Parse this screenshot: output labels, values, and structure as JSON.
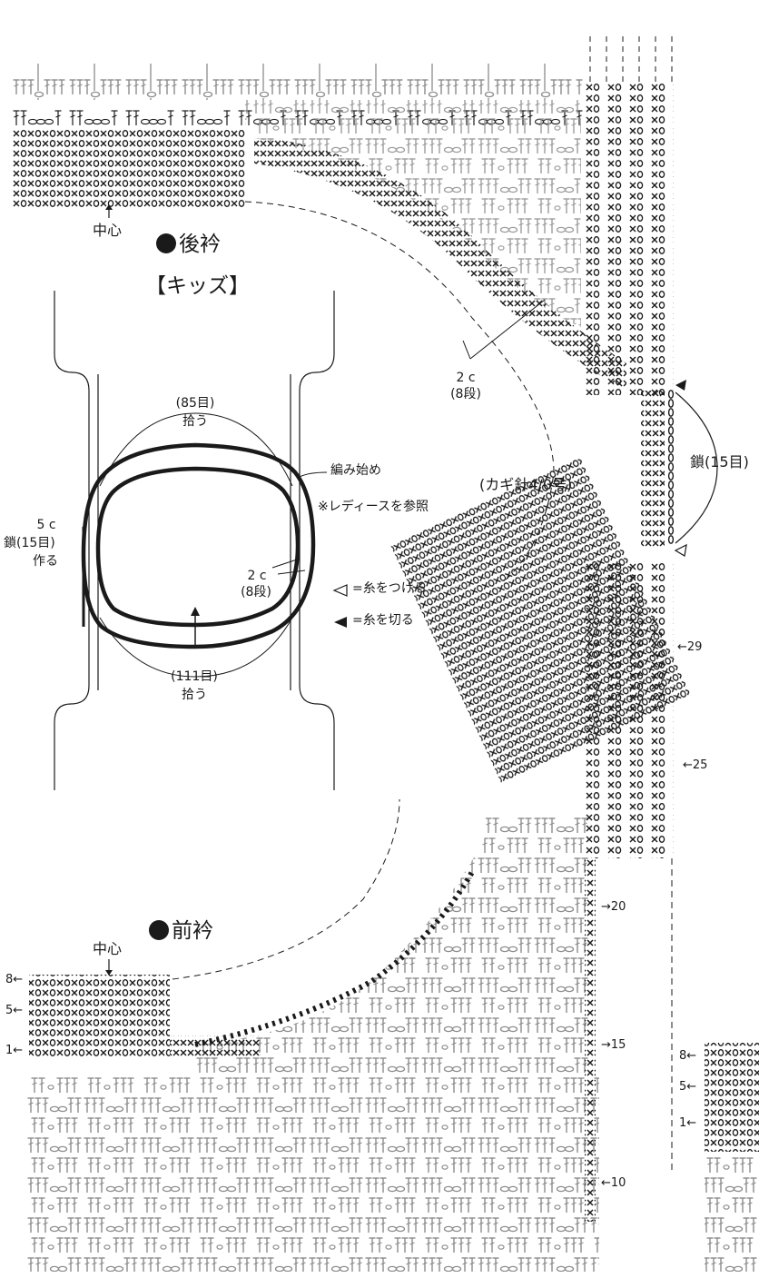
{
  "back_collar": {
    "title": "後衿",
    "center": "中心",
    "decrease": "2 c",
    "decrease_rows": "(8段)",
    "chain_note": "鎖(15目)",
    "hook": "(カギ針4/0号)"
  },
  "front_collar": {
    "title": "前衿",
    "center": "中心",
    "row_labels": [
      "→20",
      "→15",
      "←10",
      "←29",
      "←25"
    ],
    "small_rows": [
      "8←",
      "5←",
      "1←"
    ]
  },
  "schematic": {
    "kids": "【キッズ】",
    "pick_top": "(85目)",
    "pick_top_verb": "拾う",
    "pick_bottom": "(111目)",
    "pick_bottom_verb": "拾う",
    "start": "編み始め",
    "ref": "※レディースを参照",
    "left_5c": "5 c",
    "left_chain": "鎖(15目)",
    "left_make": "作る",
    "right_2c": "2 c",
    "right_rows": "(8段)"
  },
  "legend": {
    "attach": "=糸をつける",
    "cut": "=糸を切る"
  },
  "colors": {
    "ink": "#1a1a1a",
    "gray": "#8c8c8c"
  }
}
